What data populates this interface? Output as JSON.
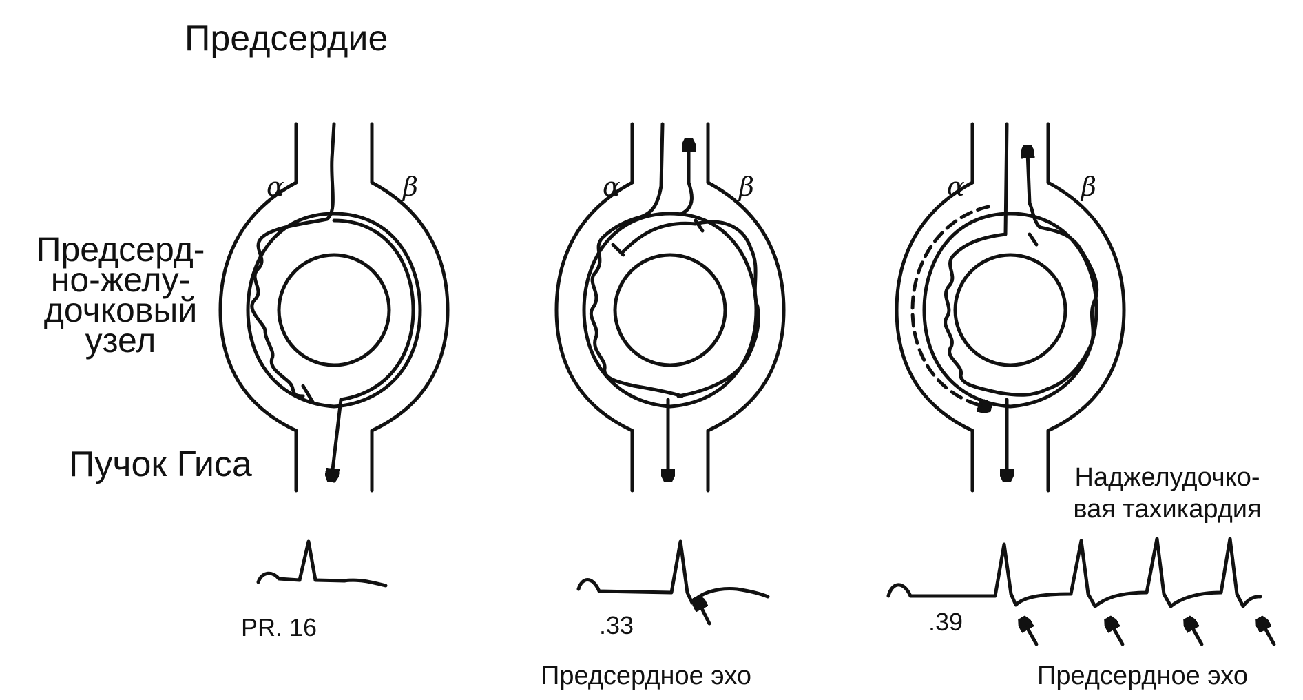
{
  "labels": {
    "atrium": "Предсердие",
    "av_node": [
      "Предсерд-",
      "но-желу-",
      "дочковый",
      "узел"
    ],
    "his_bundle": "Пучок Гиса",
    "alpha": "α",
    "beta": "β",
    "pr_interval": "PR. 16",
    "interval_2": ".33",
    "interval_3": ".39",
    "atrial_echo": "Предсердное эхо",
    "svt": [
      "Наджелудочко-",
      "вая тахикардия"
    ]
  }
}
